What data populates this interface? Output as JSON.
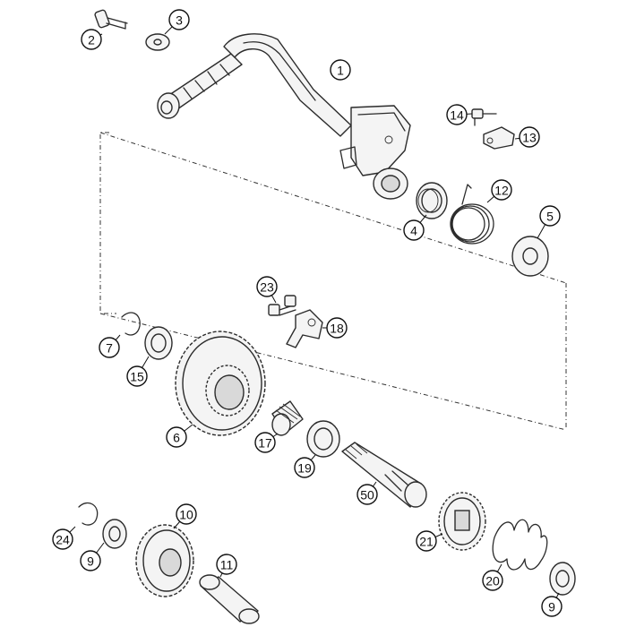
{
  "callouts": [
    {
      "id": "c1",
      "label": "1",
      "part": "kick-starter-lever"
    },
    {
      "id": "c2",
      "label": "2",
      "part": "screw"
    },
    {
      "id": "c3",
      "label": "3",
      "part": "washer"
    },
    {
      "id": "c4",
      "label": "4",
      "part": "seal-ring"
    },
    {
      "id": "c5",
      "label": "5",
      "part": "thrust-washer"
    },
    {
      "id": "c6",
      "label": "6",
      "part": "kick-starter-gear"
    },
    {
      "id": "c7",
      "label": "7",
      "part": "lock-ring"
    },
    {
      "id": "c9a",
      "label": "9",
      "part": "washer"
    },
    {
      "id": "c9b",
      "label": "9",
      "part": "washer"
    },
    {
      "id": "c10",
      "label": "10",
      "part": "intermediate-gear"
    },
    {
      "id": "c11",
      "label": "11",
      "part": "pin"
    },
    {
      "id": "c12",
      "label": "12",
      "part": "torsion-spring"
    },
    {
      "id": "c13",
      "label": "13",
      "part": "plate"
    },
    {
      "id": "c14",
      "label": "14",
      "part": "screw"
    },
    {
      "id": "c15",
      "label": "15",
      "part": "washer"
    },
    {
      "id": "c17",
      "label": "17",
      "part": "needle-bearing"
    },
    {
      "id": "c18",
      "label": "18",
      "part": "ratchet-guide"
    },
    {
      "id": "c19",
      "label": "19",
      "part": "washer"
    },
    {
      "id": "c20",
      "label": "20",
      "part": "spring"
    },
    {
      "id": "c21",
      "label": "21",
      "part": "ratchet-gear"
    },
    {
      "id": "c23",
      "label": "23",
      "part": "screw"
    },
    {
      "id": "c24",
      "label": "24",
      "part": "lock-ring"
    },
    {
      "id": "c50",
      "label": "50",
      "part": "kick-starter-shaft"
    }
  ],
  "colors": {
    "line": "#2b2b2b",
    "fill": "#f4f4f4",
    "background": "#ffffff"
  }
}
